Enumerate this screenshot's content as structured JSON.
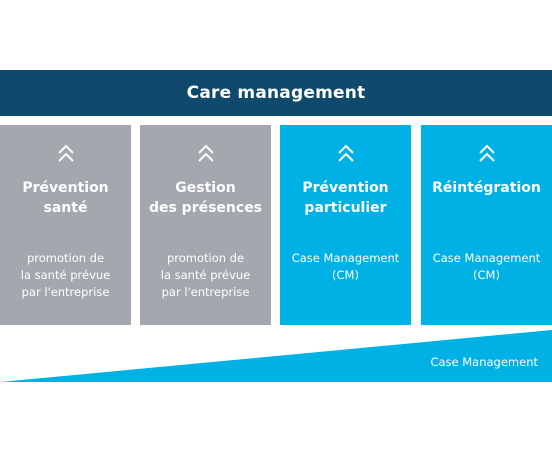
{
  "header": {
    "title": "Care management"
  },
  "boxes": [
    {
      "title_line1": "Prévention",
      "title_line2": "santé",
      "desc_line1": "promotion de",
      "desc_line2": "la santé prévue",
      "desc_line3": "par l'entreprise",
      "color": "#a2a8ae",
      "icon": "double-chevron-up-icon"
    },
    {
      "title_line1": "Gestion",
      "title_line2": "des présences",
      "desc_line1": "promotion de",
      "desc_line2": "la santé prévue",
      "desc_line3": "par l'entreprise",
      "color": "#a2a8ae",
      "icon": "double-chevron-up-icon"
    },
    {
      "title_line1": "Prévention",
      "title_line2": "particulier",
      "desc_line1": "Case Management",
      "desc_line2": "(CM)",
      "desc_line3": "",
      "color": "#00b1e6",
      "icon": "double-chevron-up-icon"
    },
    {
      "title_line1": "Réintégration",
      "title_line2": "",
      "desc_line1": "Case Management",
      "desc_line2": "(CM)",
      "desc_line3": "",
      "color": "#00b1e6",
      "icon": "double-chevron-up-icon"
    }
  ],
  "wedge": {
    "label": "Case Management",
    "color": "#00b1e6"
  },
  "colors": {
    "header": "#0f4a6c",
    "gray": "#a2a8ae",
    "blue": "#00b1e6"
  }
}
